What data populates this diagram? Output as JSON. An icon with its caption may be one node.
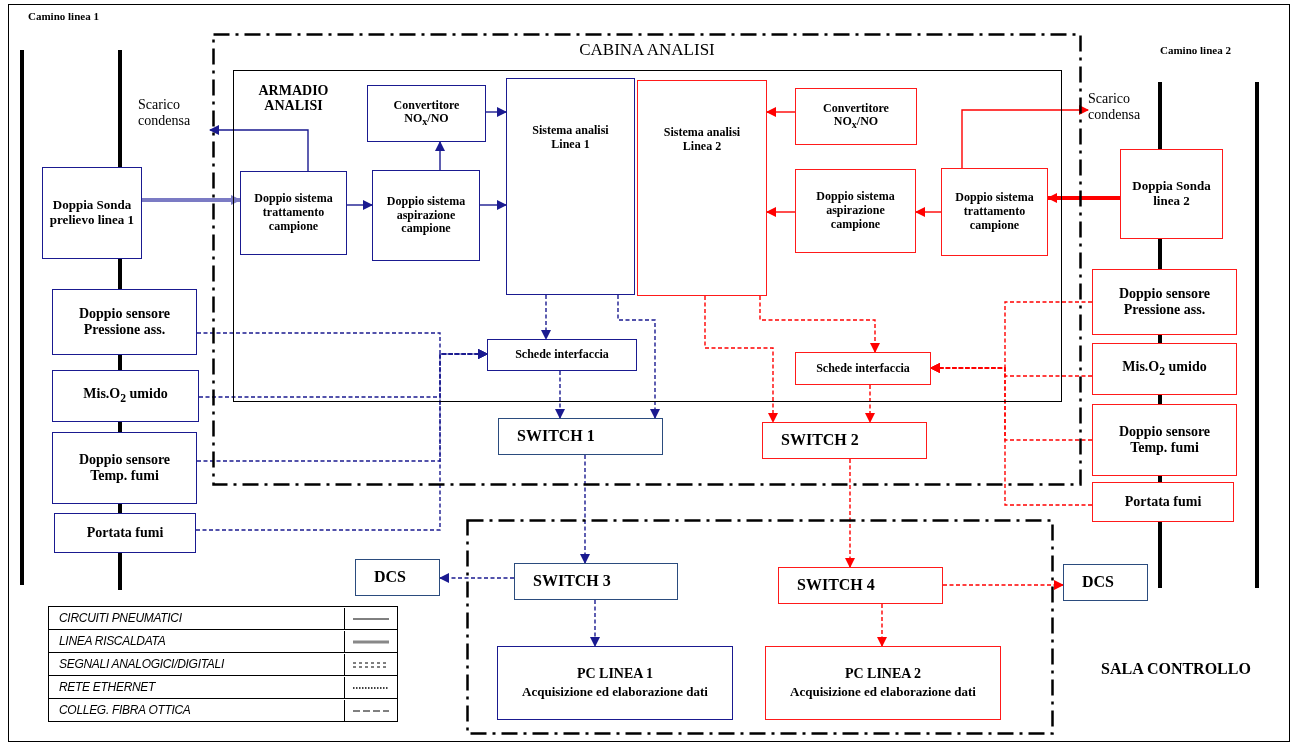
{
  "diagram": {
    "nodes": [
      {
        "text": [
          "CABINA ANALISI"
        ]
      },
      {
        "text": [
          "ARMADIO ANALISI"
        ],
        "in": 0
      },
      {
        "text": [
          "SALA CONTROLLO"
        ]
      },
      {
        "text": [
          "Doppia Sonda prelievo linea 1"
        ]
      },
      {
        "text": [
          "Scarico condensa"
        ]
      },
      {
        "text": [
          "Doppio sistema trattamento campione"
        ],
        "in": 1
      },
      {
        "text": [
          "Convertitore NO$_{x}$/NO"
        ],
        "in": 1
      },
      {
        "text": [
          "Doppio sistema aspirazione campione"
        ],
        "in": 1
      },
      {
        "text": [
          "Sistema analisi Linea 1"
        ],
        "in": 1
      },
      {
        "text": [
          "Sistema analisi Linea 2"
        ],
        "in": 1
      },
      {
        "text": [
          "Convertitore NO$_{x}$/NO"
        ],
        "in": 1
      },
      {
        "text": [
          "Doppio sistema aspirazione campione"
        ],
        "in": 1
      },
      {
        "text": [
          "Doppio sistema trattamento campione"
        ],
        "in": 1
      },
      {
        "text": [
          "Scarico condensa"
        ]
      },
      {
        "text": [
          "Doppia Sonda linea 2"
        ]
      },
      {
        "text": [
          "Doppio sensore Pressione ass."
        ]
      },
      {
        "text": [
          "Mis.O$_{2}$ umido"
        ]
      },
      {
        "text": [
          "Doppio sensore Temp. fumi"
        ]
      },
      {
        "text": [
          "Portata fumi"
        ]
      },
      {
        "text": [
          "Schede interfaccia"
        ],
        "in": 1
      },
      {
        "text": [
          "Schede interfaccia"
        ],
        "in": 1
      },
      {
        "text": [
          "SWITCH 1"
        ],
        "in": 0
      },
      {
        "text": [
          "SWITCH 2"
        ],
        "in": 0
      },
      {
        "text": [
          "Doppio sensore Pressione ass."
        ]
      },
      {
        "text": [
          "Mis.O$_{2}$ umido"
        ]
      },
      {
        "text": [
          "Doppio sensore Temp. fumi"
        ]
      },
      {
        "text": [
          "Portata fumi"
        ]
      },
      {
        "text": [
          "DCS"
        ]
      },
      {
        "text": [
          "SWITCH 3"
        ],
        "in": 2
      },
      {
        "text": [
          "SWITCH 4"
        ],
        "in": 2
      },
      {
        "text": [
          "DCS"
        ]
      },
      {
        "text": [
          "PC LINEA 1",
          "Acquisizione ed elaborazione dati"
        ],
        "in": 2
      },
      {
        "text": [
          "PC LINEA 2",
          "Acquisizione ed elaborazione dati"
        ],
        "in": 2
      }
    ],
    "edges": [
      {
        "from": 3,
        "to": 5,
        "arrow": "to",
        "style": "thick",
        "color": "#7b7bc4"
      },
      {
        "from": 5,
        "to": 4,
        "arrow": "to"
      },
      {
        "from": 5,
        "to": 7,
        "arrow": "to"
      },
      {
        "from": 7,
        "to": 6,
        "arrow": "to"
      },
      {
        "from": 7,
        "to": 8,
        "arrow": "to"
      },
      {
        "from": 6,
        "to": 8,
        "arrow": "to"
      },
      {
        "from": 14,
        "to": 12,
        "arrow": "to",
        "style": "thick",
        "color": "#ff0000"
      },
      {
        "from": 12,
        "to": 11,
        "arrow": "to",
        "color": "#ff0000"
      },
      {
        "from": 11,
        "to": 9,
        "arrow": "to",
        "color": "#ff0000"
      },
      {
        "from": 10,
        "to": 9,
        "arrow": "to",
        "color": "#ff0000"
      },
      {
        "from": 12,
        "to": 13,
        "arrow": "to",
        "color": "#ff0000"
      },
      {
        "from": 15,
        "to": 19,
        "arrow": "to",
        "style": "dashed"
      },
      {
        "from": 16,
        "to": 19,
        "arrow": "to",
        "style": "dashed"
      },
      {
        "from": 17,
        "to": 19,
        "arrow": "to",
        "style": "dashed"
      },
      {
        "from": 18,
        "to": 19,
        "arrow": "to",
        "style": "dashed"
      },
      {
        "from": 8,
        "to": 19,
        "arrow": "to",
        "style": "dashed"
      },
      {
        "from": 8,
        "to": 21,
        "arrow": "to",
        "style": "dashed"
      },
      {
        "from": 19,
        "to": 21,
        "arrow": "to",
        "style": "dashed"
      },
      {
        "from": 21,
        "to": 28,
        "arrow": "to",
        "style": "dashed"
      },
      {
        "from": 28,
        "to": 27,
        "arrow": "to",
        "style": "dashed"
      },
      {
        "from": 28,
        "to": 31,
        "arrow": "to",
        "style": "dashed"
      },
      {
        "from": 9,
        "to": 22,
        "arrow": "to",
        "style": "dashed",
        "color": "#ff0000"
      },
      {
        "from": 9,
        "to": 20,
        "arrow": "to",
        "style": "dashed",
        "color": "#ff0000"
      },
      {
        "from": 23,
        "to": 20,
        "arrow": "to",
        "style": "dashed",
        "color": "#ff0000"
      },
      {
        "from": 24,
        "to": 20,
        "arrow": "to",
        "style": "dashed",
        "color": "#ff0000"
      },
      {
        "from": 25,
        "to": 20,
        "arrow": "to",
        "style": "dashed",
        "color": "#ff0000"
      },
      {
        "from": 26,
        "to": 20,
        "arrow": "to",
        "style": "dashed",
        "color": "#ff0000"
      },
      {
        "from": 20,
        "to": 22,
        "arrow": "to",
        "style": "dashed",
        "color": "#ff0000"
      },
      {
        "from": 22,
        "to": 29,
        "arrow": "to",
        "style": "dashed",
        "color": "#ff0000"
      },
      {
        "from": 29,
        "to": 30,
        "arrow": "to",
        "style": "dashed",
        "color": "#ff0000"
      },
      {
        "from": 29,
        "to": 32,
        "arrow": "to",
        "style": "dashed",
        "color": "#ff0000"
      }
    ],
    "labels": [
      "Camino linea 1",
      "Camino linea 2"
    ],
    "legend": [
      {
        "text": "CIRCUITI PNEUMATICI"
      },
      {
        "text": "LINEA RISCALDATA"
      },
      {
        "text": "SEGNALI ANALOGICI/DIGITALI"
      },
      {
        "text": "RETE ETHERNET"
      },
      {
        "text": "COLLEG. FIBRA OTTICA"
      }
    ]
  }
}
